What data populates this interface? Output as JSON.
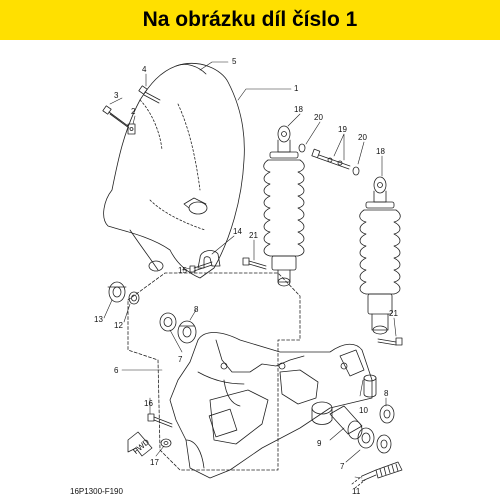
{
  "banner": {
    "text": "Na obrázku díl číslo 1",
    "color": "#ffe000"
  },
  "diagram": {
    "code": "16P1300-F190",
    "fwd": "FWD",
    "labels": [
      {
        "id": "1",
        "text": "1"
      },
      {
        "id": "2",
        "text": "2"
      },
      {
        "id": "3",
        "text": "3"
      },
      {
        "id": "4",
        "text": "4"
      },
      {
        "id": "5",
        "text": "5"
      },
      {
        "id": "6",
        "text": "6"
      },
      {
        "id": "7a",
        "text": "7"
      },
      {
        "id": "7b",
        "text": "7"
      },
      {
        "id": "8a",
        "text": "8"
      },
      {
        "id": "8b",
        "text": "8"
      },
      {
        "id": "9",
        "text": "9"
      },
      {
        "id": "10",
        "text": "10"
      },
      {
        "id": "11",
        "text": "11"
      },
      {
        "id": "12",
        "text": "12"
      },
      {
        "id": "13",
        "text": "13"
      },
      {
        "id": "14",
        "text": "14"
      },
      {
        "id": "15",
        "text": "15"
      },
      {
        "id": "16",
        "text": "16"
      },
      {
        "id": "17",
        "text": "17"
      },
      {
        "id": "18a",
        "text": "18"
      },
      {
        "id": "18b",
        "text": "18"
      },
      {
        "id": "19",
        "text": "19"
      },
      {
        "id": "20a",
        "text": "20"
      },
      {
        "id": "20b",
        "text": "20"
      },
      {
        "id": "21a",
        "text": "21"
      },
      {
        "id": "21b",
        "text": "21"
      }
    ]
  }
}
